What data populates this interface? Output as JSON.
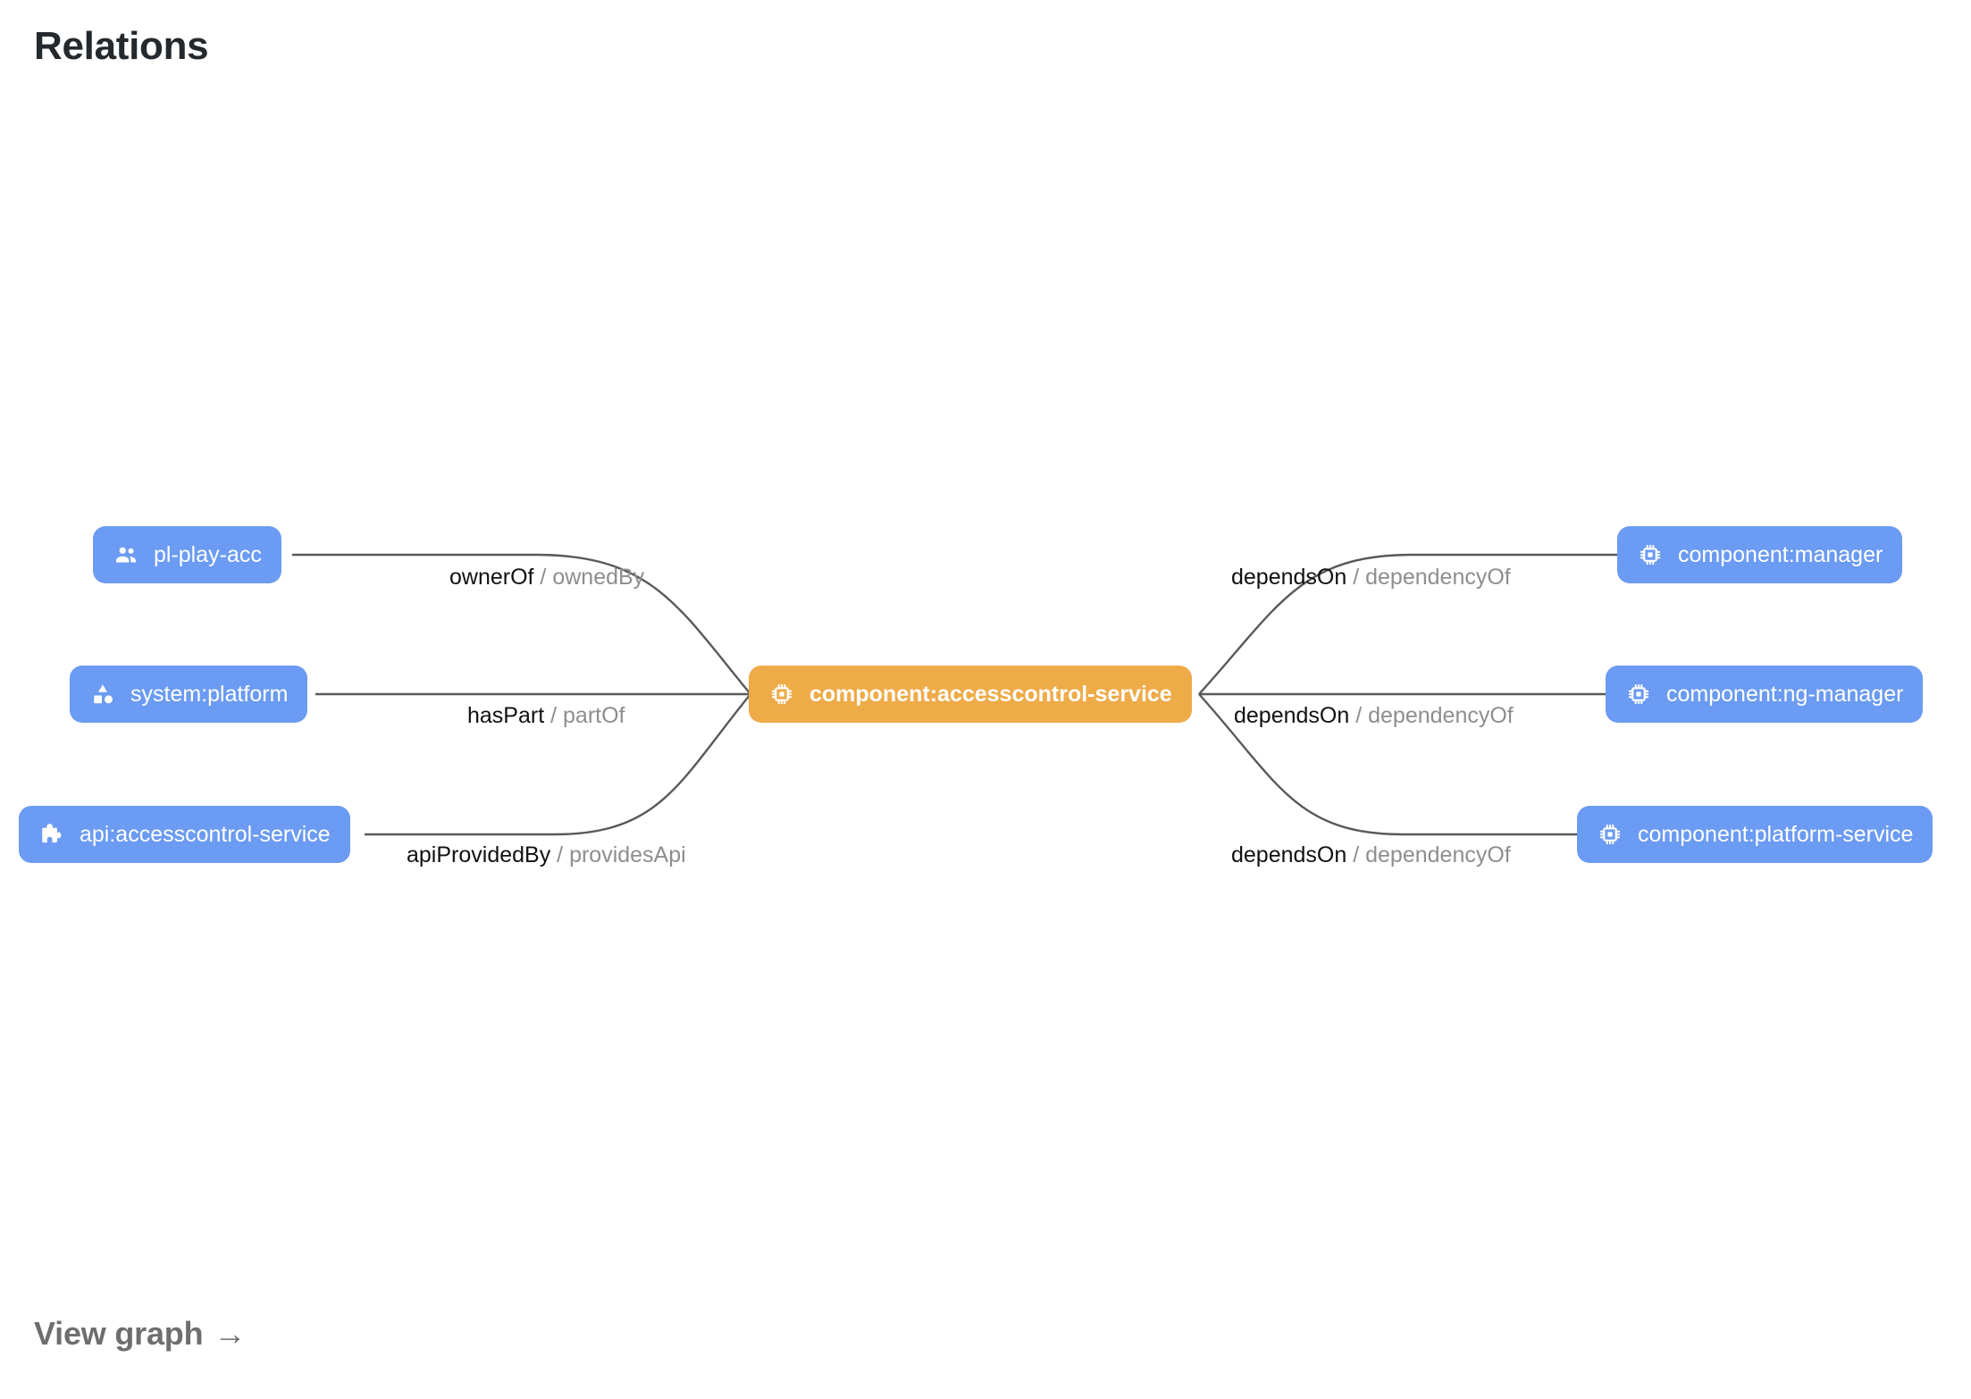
{
  "page": {
    "title": "Relations",
    "background_color": "#ffffff",
    "title_color": "#24292e"
  },
  "colors": {
    "node_blue": "#6b9bf2",
    "node_orange": "#eeab48",
    "edge_line": "#595959",
    "relation_primary_text": "#111111",
    "relation_secondary_text": "#8e8e8e",
    "link_text": "#6e6e6e"
  },
  "graph": {
    "center_node": {
      "id": "component:accesscontrol-service",
      "label": "component:accesscontrol-service",
      "icon": "chip-icon",
      "kind": "component",
      "color": "#eeab48"
    },
    "nodes": [
      {
        "id": "pl-play-acc",
        "label": "pl-play-acc",
        "icon": "group-icon",
        "kind": "group",
        "side": "left",
        "row": 1,
        "color": "#6b9bf2"
      },
      {
        "id": "system:platform",
        "label": "system:platform",
        "icon": "category-icon",
        "kind": "system",
        "side": "left",
        "row": 2,
        "color": "#6b9bf2"
      },
      {
        "id": "api:accesscontrol-service",
        "label": "api:accesscontrol-service",
        "icon": "puzzle-icon",
        "kind": "api",
        "side": "left",
        "row": 3,
        "color": "#6b9bf2"
      },
      {
        "id": "component:manager",
        "label": "component:manager",
        "icon": "chip-icon",
        "kind": "component",
        "side": "right",
        "row": 1,
        "color": "#6b9bf2"
      },
      {
        "id": "component:ng-manager",
        "label": "component:ng-manager",
        "icon": "chip-icon",
        "kind": "component",
        "side": "right",
        "row": 2,
        "color": "#6b9bf2"
      },
      {
        "id": "component:platform-service",
        "label": "component:platform-service",
        "icon": "chip-icon",
        "kind": "component",
        "side": "right",
        "row": 3,
        "color": "#6b9bf2"
      }
    ],
    "edges": [
      {
        "from": "pl-play-acc",
        "to": "component:accesscontrol-service",
        "primary": "ownerOf",
        "separator": " / ",
        "secondary": "ownedBy"
      },
      {
        "from": "system:platform",
        "to": "component:accesscontrol-service",
        "primary": "hasPart",
        "separator": " / ",
        "secondary": "partOf"
      },
      {
        "from": "api:accesscontrol-service",
        "to": "component:accesscontrol-service",
        "primary": "apiProvidedBy",
        "separator": " / ",
        "secondary": "providesApi"
      },
      {
        "from": "component:accesscontrol-service",
        "to": "component:manager",
        "primary": "dependsOn",
        "separator": " / ",
        "secondary": "dependencyOf"
      },
      {
        "from": "component:accesscontrol-service",
        "to": "component:ng-manager",
        "primary": "dependsOn",
        "separator": " / ",
        "secondary": "dependencyOf"
      },
      {
        "from": "component:accesscontrol-service",
        "to": "component:platform-service",
        "primary": "dependsOn",
        "separator": " / ",
        "secondary": "dependencyOf"
      }
    ]
  },
  "footer": {
    "view_graph_label": "View graph",
    "arrow_glyph": "→"
  }
}
